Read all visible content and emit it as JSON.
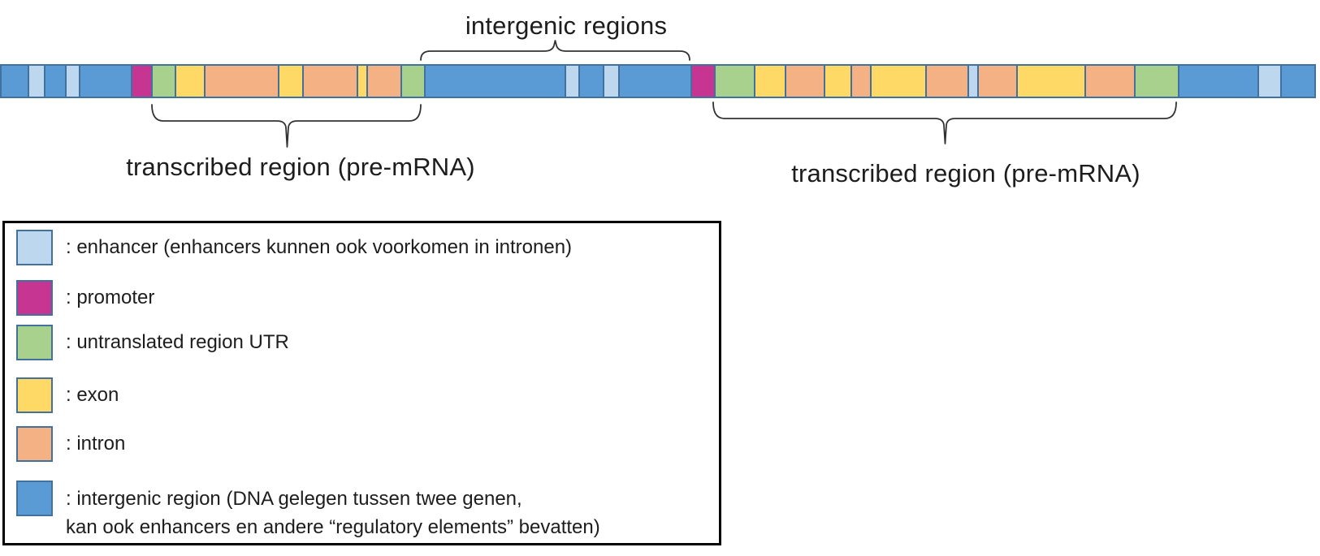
{
  "labels": {
    "intergenic_regions": "intergenic regions",
    "transcribed_left": "transcribed region (pre-mRNA)",
    "transcribed_right": "transcribed region (pre-mRNA)"
  },
  "colors": {
    "enhancer": "#BDD7EE",
    "promoter": "#C73592",
    "utr": "#A9D18E",
    "exon": "#FFD966",
    "intron": "#F4B183",
    "intergenic": "#5B9BD5",
    "segment_border": "#41719C",
    "brace_stroke": "#333333",
    "text": "#1D1D1D",
    "legend_border": "#000000"
  },
  "dna_bar": {
    "segments": [
      {
        "type": "intergenic",
        "width": 33
      },
      {
        "type": "enhancer",
        "width": 19
      },
      {
        "type": "intergenic",
        "width": 25
      },
      {
        "type": "enhancer",
        "width": 16
      },
      {
        "type": "intergenic",
        "width": 65
      },
      {
        "type": "promoter",
        "width": 24
      },
      {
        "type": "utr",
        "width": 28
      },
      {
        "type": "exon",
        "width": 36
      },
      {
        "type": "intron",
        "width": 93
      },
      {
        "type": "exon",
        "width": 29
      },
      {
        "type": "intron",
        "width": 68
      },
      {
        "type": "exon",
        "width": 11
      },
      {
        "type": "intron",
        "width": 42
      },
      {
        "type": "utr",
        "width": 28
      },
      {
        "type": "intergenic",
        "width": 179
      },
      {
        "type": "enhancer",
        "width": 16
      },
      {
        "type": "intergenic",
        "width": 29
      },
      {
        "type": "enhancer",
        "width": 18
      },
      {
        "type": "intergenic",
        "width": 91
      },
      {
        "type": "promoter",
        "width": 28
      },
      {
        "type": "utr",
        "width": 49
      },
      {
        "type": "exon",
        "width": 38
      },
      {
        "type": "intron",
        "width": 48
      },
      {
        "type": "exon",
        "width": 32
      },
      {
        "type": "intron",
        "width": 23
      },
      {
        "type": "exon",
        "width": 70
      },
      {
        "type": "intron",
        "width": 52
      },
      {
        "type": "enhancer",
        "width": 10
      },
      {
        "type": "intron",
        "width": 48
      },
      {
        "type": "exon",
        "width": 86
      },
      {
        "type": "intron",
        "width": 62
      },
      {
        "type": "utr",
        "width": 54
      },
      {
        "type": "intergenic",
        "width": 101
      },
      {
        "type": "enhancer",
        "width": 27
      },
      {
        "type": "intergenic",
        "width": 42
      }
    ]
  },
  "legend": {
    "entries": [
      {
        "type": "enhancer",
        "lines": [
          ": enhancer (enhancers kunnen ook voorkomen in intronen)"
        ]
      },
      {
        "type": "promoter",
        "lines": [
          ": promoter"
        ]
      },
      {
        "type": "utr",
        "lines": [
          ": untranslated region UTR"
        ]
      },
      {
        "type": "exon",
        "lines": [
          ": exon"
        ]
      },
      {
        "type": "intron",
        "lines": [
          ": intron"
        ]
      },
      {
        "type": "intergenic",
        "lines": [
          ": intergenic region (DNA gelegen tussen twee genen,",
          "kan ook enhancers en andere “regulatory elements” bevatten)"
        ]
      }
    ]
  }
}
